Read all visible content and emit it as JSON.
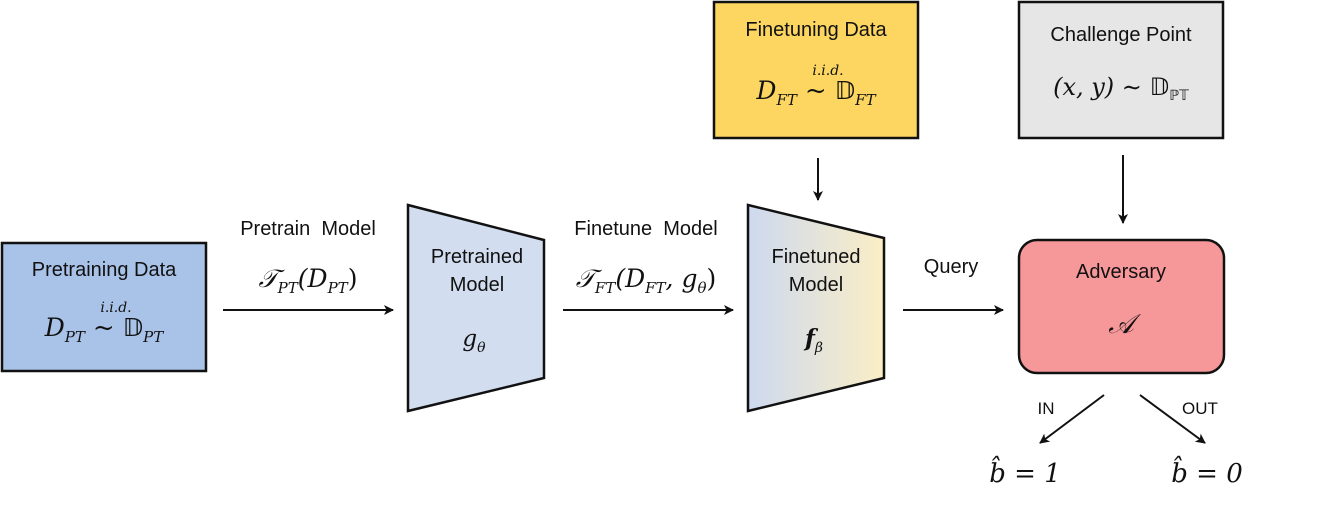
{
  "pretraining": {
    "title": "Pretraining Data",
    "var_main": "D",
    "var_sub": "PT",
    "iid": "i.i.d.",
    "tilde": "~",
    "dist_bb": "𝔻",
    "dist_sub": "PT"
  },
  "finetuning": {
    "title": "Finetuning Data",
    "var_main": "D",
    "var_sub": "FT",
    "iid": "i.i.d.",
    "tilde": "~",
    "dist_bb": "𝔻",
    "dist_sub": "FT"
  },
  "challenge": {
    "title": "Challenge Point",
    "formula": "(x, y) ∼ ",
    "dist_bb": "𝔻",
    "dist_sub": "ℙ𝕋"
  },
  "pretrain_step": {
    "label": "Pretrain  Model",
    "op": "𝒯",
    "op_sub": "PT",
    "arg": "(D",
    "arg_sub": "PT",
    "close": ")"
  },
  "finetune_step": {
    "label": "Finetune  Model",
    "op": "𝒯",
    "op_sub": "FT",
    "arg": "(D",
    "arg_sub": "FT",
    "mid": ", g",
    "mid_sub": "θ",
    "close": ")"
  },
  "pretrained_model": {
    "line1": "Pretrained",
    "line2": "Model",
    "symbol": "g",
    "symbol_sub": "θ"
  },
  "finetuned_model": {
    "line1": "Finetuned",
    "line2": "Model",
    "symbol": "f",
    "symbol_sub": "β"
  },
  "query_label": "Query",
  "adversary": {
    "title": "Adversary",
    "symbol": "𝒜"
  },
  "outcomes": {
    "in_label": "IN",
    "out_label": "OUT",
    "in_value": "b̂ = 1",
    "out_value": "b̂ = 0"
  },
  "colors": {
    "pretraining_fill": "#a9c2e8",
    "finetuning_fill": "#fcd661",
    "challenge_fill": "#e6e6e6",
    "pretrained_fill": "#d3ddf0",
    "finetuned_grad_start": "#cdd9ef",
    "finetuned_grad_end": "#fbeec6",
    "adversary_fill": "#f6979a",
    "stroke": "#111111"
  }
}
